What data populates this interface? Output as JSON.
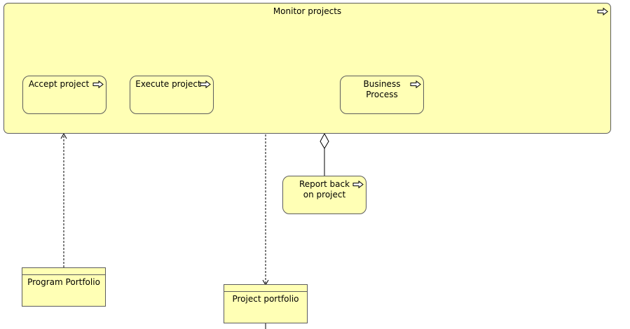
{
  "diagram": {
    "monitor_projects": {
      "label": "Monitor projects",
      "icon": "process-arrow-icon"
    },
    "accept_project": {
      "label": "Accept project",
      "icon": "process-arrow-icon"
    },
    "execute_project": {
      "label": "Execute project",
      "icon": "process-arrow-icon"
    },
    "business_process": {
      "label": "Business Process",
      "icon": "process-arrow-icon"
    },
    "report_back": {
      "label": "Report back on project",
      "icon": "process-arrow-icon"
    },
    "program_portfolio": {
      "label": "Program Portfolio"
    },
    "project_portfolio": {
      "label": "Project portfolio"
    }
  },
  "colors": {
    "element_fill": "#ffffb5",
    "element_border": "#5c5c5c",
    "connector": "#000000"
  }
}
